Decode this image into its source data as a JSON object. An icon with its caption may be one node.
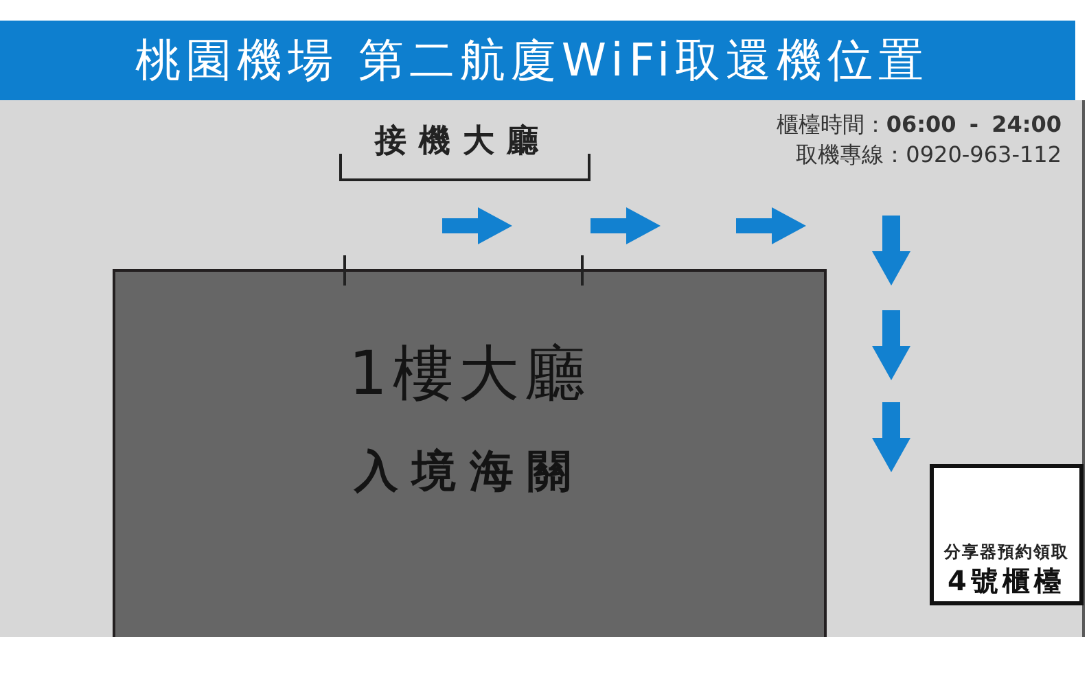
{
  "diagram": {
    "title": "桃園機場 第二航廈WiFi取還機位置",
    "nodes": [
      {
        "text": [
          "1樓大廳",
          "入境海關"
        ]
      },
      {
        "text": [
          "分享器預約領取",
          "4號櫃檯"
        ]
      }
    ],
    "labels": [
      "櫃檯時間：**06:00 - 24:00**",
      "取機專線：0920-963-112",
      "接機大廳"
    ]
  }
}
